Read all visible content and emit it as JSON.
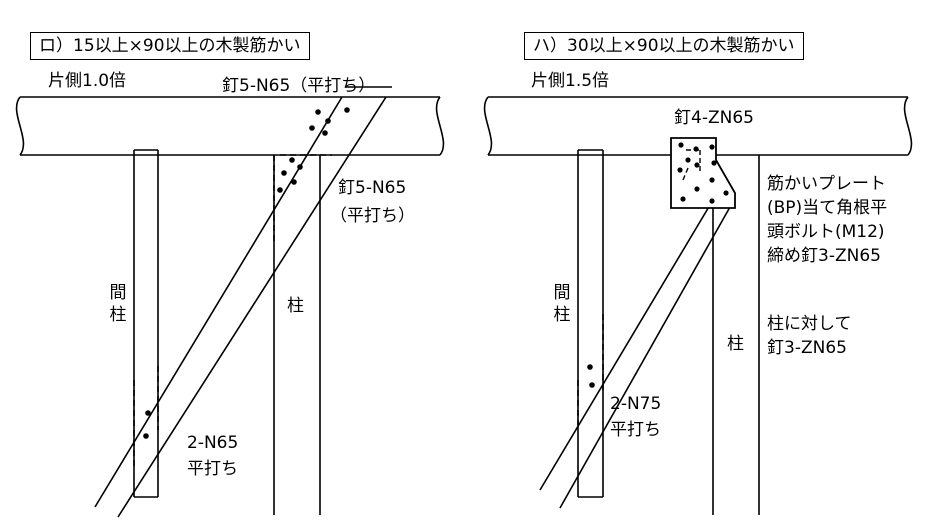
{
  "panels": {
    "left": {
      "title": "ロ）15以上×90以上の木製筋かい",
      "multiplier": "片側1.0倍",
      "nail_top": "釘5-N65（平打ち）",
      "nail_column_1": "釘5-N65",
      "nail_column_2": "（平打ち）",
      "stud_label": "間柱",
      "column_label": "柱",
      "nail_bottom_1": "2-N65",
      "nail_bottom_2": "平打ち"
    },
    "right": {
      "title": "ハ）30以上×90以上の木製筋かい",
      "multiplier": "片側1.5倍",
      "nail_top": "釘4-ZN65",
      "plate_desc": "筋かいプレート\n(BP)当て角根平\n頭ボルト(M12)\n締め釘3-ZN65",
      "column_desc": "柱に対して\n釘3-ZN65",
      "stud_label": "間柱",
      "column_label": "柱",
      "nail_mid_1": "2-N75",
      "nail_mid_2": "平打ち"
    }
  }
}
